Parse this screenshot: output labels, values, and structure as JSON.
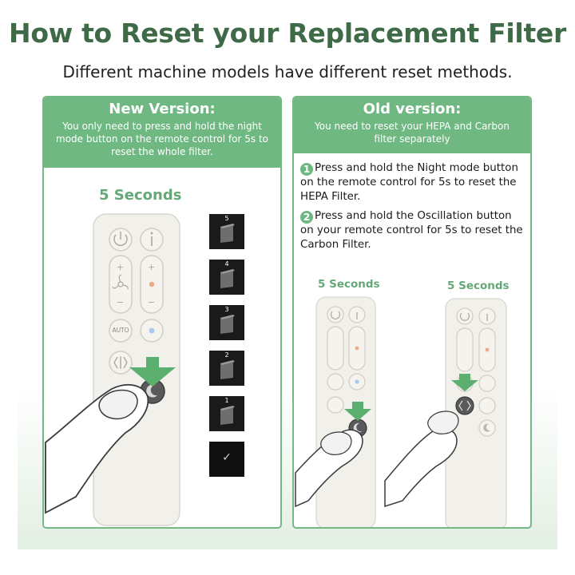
{
  "title": "How to Reset your Replacement Filter",
  "subtitle": "Different machine models have different reset methods.",
  "new_version": {
    "title": "New Version:",
    "text": "You only need to press and hold the night mode button on the remote control for 5s to reset the whole filter.",
    "seconds_label": "5 Seconds",
    "countdown": [
      "5",
      "4",
      "3",
      "2",
      "1"
    ],
    "done_mark": "✓"
  },
  "old_version": {
    "title": "Old version:",
    "text": "You need to reset your HEPA and Carbon filter separately",
    "steps": [
      {
        "num": "1",
        "text": "Press and hold the Night mode button on the remote control for 5s to reset the HEPA Filter."
      },
      {
        "num": "2",
        "text": "Press and hold the Oscillation button on your remote control for 5s to reset the Carbon Filter."
      }
    ],
    "seconds_label_1": "5 Seconds",
    "seconds_label_2": "5 Seconds"
  },
  "remote": {
    "auto_label": "AUTO",
    "plus": "+",
    "minus": "−"
  },
  "colors": {
    "title_green": "#3f6a47",
    "header_green": "#6fb882",
    "arrow_green": "#5cb06f",
    "remote_body": "#f1f0ea",
    "dot_orange": "#f1a889",
    "dot_blue": "#a9c8f0"
  },
  "icons": [
    "power-icon",
    "info-icon",
    "fan-icon",
    "moon-icon",
    "oscillation-icon",
    "arrow-down-icon",
    "finger-icon",
    "filter-icon",
    "check-icon"
  ]
}
